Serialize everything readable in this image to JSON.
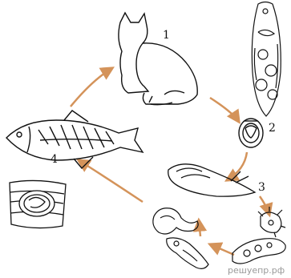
{
  "stage_labels": {
    "cat": "1",
    "egg": "2",
    "snail": "3",
    "fish": "4"
  },
  "watermark": "решуепр.рф",
  "colors": {
    "arrow": "#d4935a",
    "ink": "#111111"
  }
}
